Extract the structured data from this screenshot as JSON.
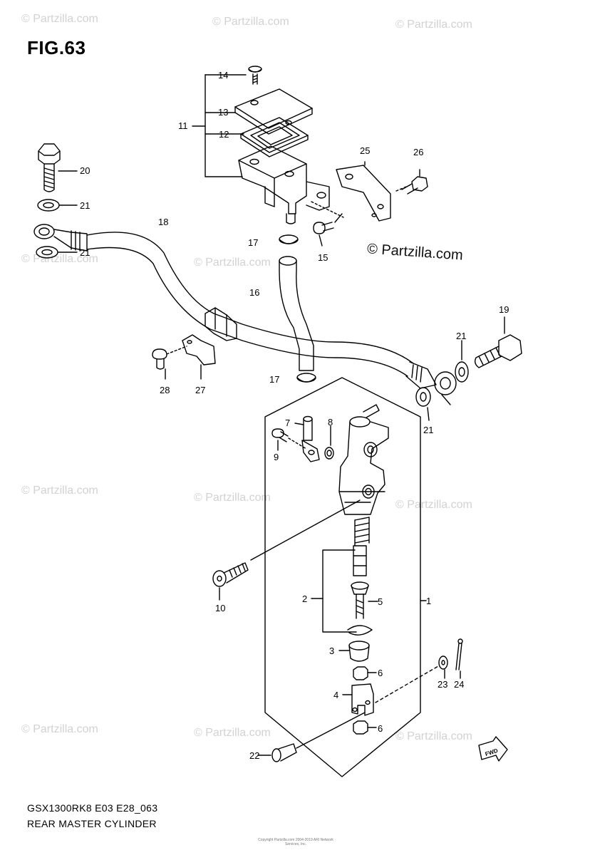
{
  "figure": {
    "title": "FIG.63",
    "model_code": "GSX1300RK8 E03 E28_063",
    "assembly_name": "REAR MASTER CYLINDER",
    "fwd_label": "FWD",
    "fine_print": "Copyright Partzilla.com 2004-2019 ARI Network Services, Inc."
  },
  "watermarks": {
    "main": "© Partzilla.com",
    "repeat": "© Partzilla.com"
  },
  "callouts": [
    "1",
    "2",
    "3",
    "4",
    "5",
    "6",
    "6",
    "7",
    "8",
    "9",
    "10",
    "11",
    "12",
    "13",
    "14",
    "15",
    "16",
    "17",
    "17",
    "18",
    "19",
    "20",
    "21",
    "21",
    "21",
    "21",
    "22",
    "23",
    "24",
    "25",
    "26",
    "27",
    "28"
  ]
}
